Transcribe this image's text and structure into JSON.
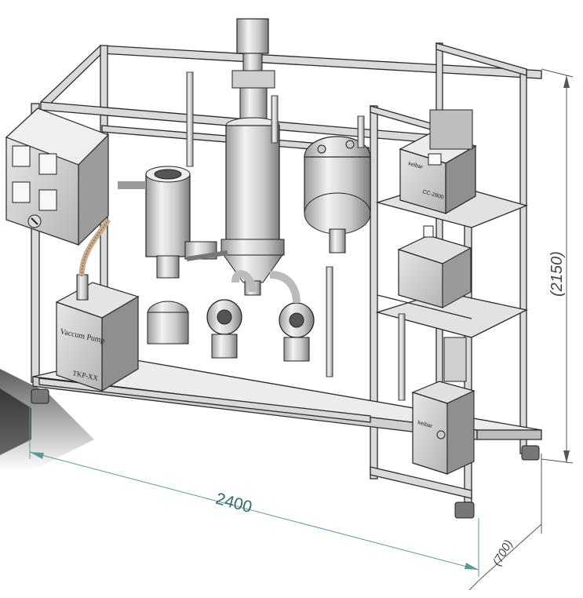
{
  "dimensions": {
    "width_label": "2400",
    "height_label": "(2150)",
    "depth_label": "(700)"
  },
  "labels": {
    "vacuum_pump": "Vaccum Pump",
    "vacuum_pump_model": "TKP-XX",
    "chiller_brand": "keibar",
    "chiller_model": "CC-2800",
    "bath_brand": "keibar"
  },
  "colors": {
    "dimension_line": "#5a9a96",
    "dimension_text": "#2f6f6b",
    "frame": "#d9d9d9",
    "outline": "#2a2a2a"
  }
}
